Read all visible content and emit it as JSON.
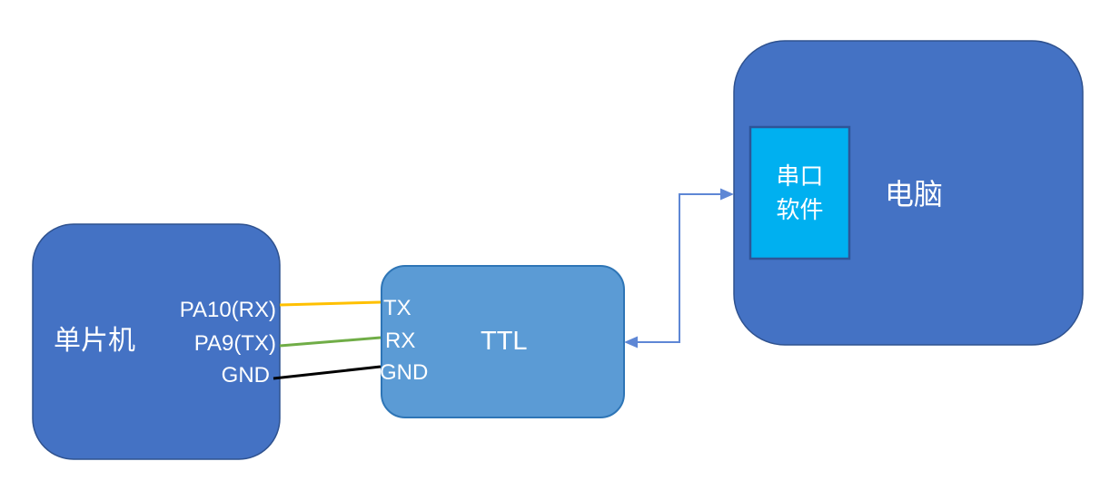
{
  "diagram": {
    "mcu": {
      "title": "单片机",
      "pin_rx": "PA10(RX)",
      "pin_tx": "PA9(TX)",
      "pin_gnd": "GND"
    },
    "ttl": {
      "title": "TTL",
      "pin_tx": "TX",
      "pin_rx": "RX",
      "pin_gnd": "GND"
    },
    "pc": {
      "title": "电脑",
      "serial_line1": "串口",
      "serial_line2": "软件"
    },
    "colors": {
      "box_blue_fill": "#4472C4",
      "box_blue_border": "#2F528F",
      "ttl_fill": "#5B9BD5",
      "ttl_border": "#2E75B6",
      "serial_fill": "#00B0F0",
      "serial_border": "#2E5597",
      "wire_tx": "#FFC000",
      "wire_rx": "#70AD47",
      "wire_gnd": "#000000",
      "connector": "#5E87D5"
    }
  }
}
